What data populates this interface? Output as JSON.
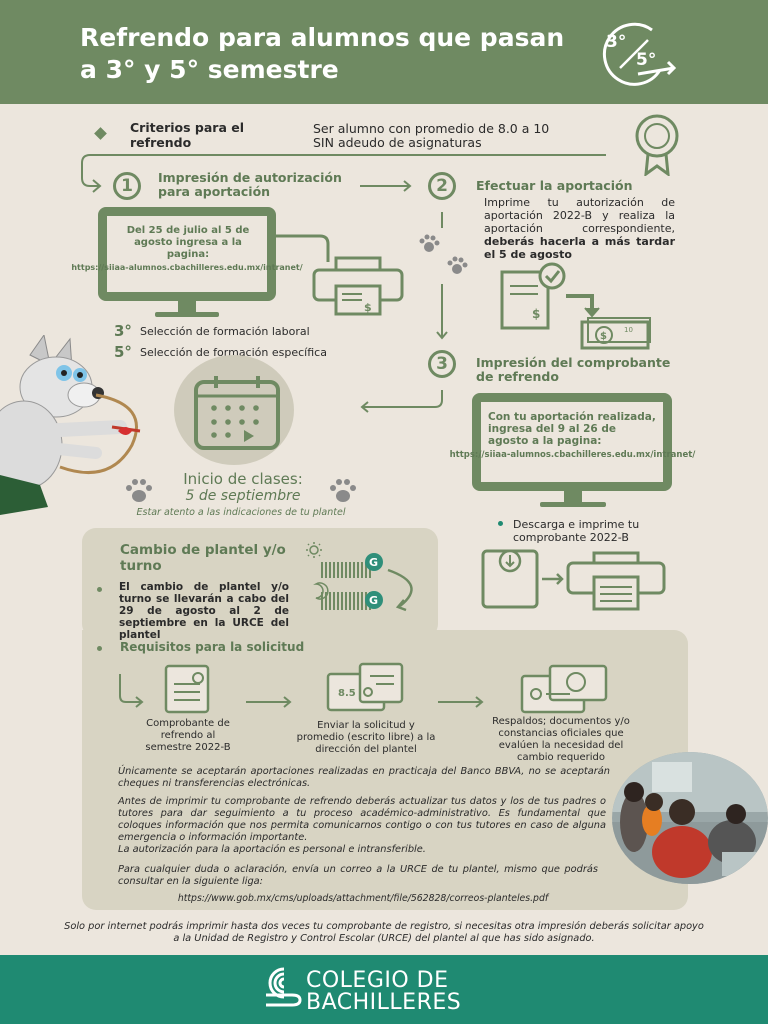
{
  "header": {
    "title": "Refrendo para alumnos que pasan a 3° y 5° semestre",
    "badge_top": "3°",
    "badge_bottom": "5°"
  },
  "criteria": {
    "label": "Criterios para el refrendo",
    "line1": "Ser alumno con promedio de 8.0 a 10",
    "line2": "SIN adeudo de asignaturas"
  },
  "step1": {
    "num": "1",
    "title": "Impresión de autorización para aportación",
    "screen_text": "Del 25 de julio al 5 de agosto ingresa a la pagina:",
    "screen_url": "https://siiaa-alumnos.cbachilleres.edu.mx/intranet/"
  },
  "semesters": [
    {
      "num": "3°",
      "text": "Selección de formación laboral"
    },
    {
      "num": "5°",
      "text": "Selección de formación específica"
    }
  ],
  "step2": {
    "num": "2",
    "title": "Efectuar la aportación",
    "text": "Imprime tu autorización de aportación 2022-B y realiza la aportación correspondiente,",
    "bold": "deberás hacerla a más tardar el 5 de agosto"
  },
  "step3": {
    "num": "3",
    "title": "Impresión del comprobante de refrendo",
    "screen_text": "Con tu aportación realizada, ingresa del 9 al 26 de agosto a la pagina:",
    "screen_url": "https://siiaa-alumnos.cbachilleres.edu.mx/intranet/",
    "download": "Descarga e imprime tu comprobante 2022-B"
  },
  "classes": {
    "title": "Inicio de clases:",
    "date": "5 de septiembre",
    "note": "Estar atento a las indicaciones de tu plantel"
  },
  "change": {
    "title": "Cambio de plantel y/o turno",
    "text": "El cambio de plantel y/o turno se llevarán a cabo del 29 de agosto al 2 de septiembre en la URCE del plantel"
  },
  "requirements": {
    "title": "Requisitos para la solicitud",
    "items": [
      "Comprobante de refrendo al semestre 2022-B",
      "Enviar la solicitud y promedio (escrito libre) a la dirección del plantel",
      "Respaldos; documentos y/o constancias oficiales que evalúen la necesidad del cambio requerido"
    ],
    "grade_label": "8.5"
  },
  "notes": [
    "Únicamente se aceptarán aportaciones realizadas en practicaja del Banco BBVA, no se aceptarán cheques ni transferencias electrónicas.",
    "Antes de imprimir tu comprobante de refrendo deberás actualizar tus datos y los de tus padres o tutores para dar seguimiento a tu proceso académico-administrativo. Es fundamental que coloques información que nos permita comunicarnos contigo o con tus tutores en caso de alguna emergencia o información importante.",
    "La autorización para la aportación es personal e intransferible.",
    "Para cualquier duda o aclaración, envía un correo a la URCE de tu plantel, mismo que podrás consultar en la siguiente liga:"
  ],
  "notes_url": "https://www.gob.mx/cms/uploads/attachment/file/562828/correos-planteles.pdf",
  "bottom_note": "Solo por internet podrás imprimir hasta dos veces tu comprobante de registro, si necesitas otra impresión deberás solicitar apoyo a la Unidad de Registro y Control Escolar (URCE) del plantel al que has sido asignado.",
  "footer": {
    "line1": "COLEGIO DE",
    "line2": "BACHILLERES"
  },
  "colors": {
    "header": "#6f8a62",
    "accent": "#5f7a55",
    "footer": "#1f8a72",
    "background": "#ece6dd",
    "panel": "#d8d4c3"
  }
}
